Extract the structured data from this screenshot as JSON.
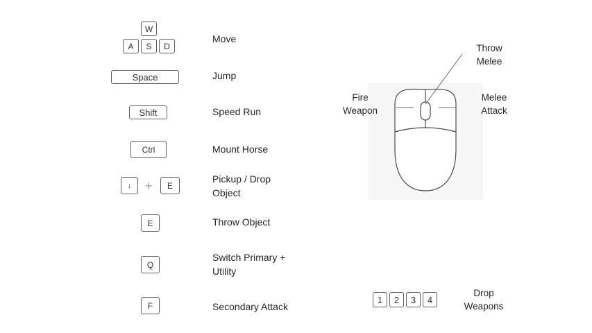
{
  "controls": {
    "move": {
      "keys": [
        "W",
        "A",
        "S",
        "D"
      ],
      "label": "Move"
    },
    "jump": {
      "key": "Space",
      "label": "Jump"
    },
    "speed_run": {
      "key": "Shift",
      "label": "Speed Run"
    },
    "mount": {
      "key": "Ctrl",
      "label": "Mount Horse"
    },
    "pickup": {
      "key_arrow": "↓",
      "key_plus": "+",
      "key_e": "E",
      "label_line1": "Pickup / Drop",
      "label_line2": "Object"
    },
    "throw": {
      "key": "E",
      "label": "Throw Object"
    },
    "switch": {
      "key": "Q",
      "label_line1": "Switch Primary +",
      "label_line2": "Utility"
    },
    "secondary": {
      "key": "F",
      "label": "Secondary Attack"
    }
  },
  "mouse": {
    "left_line1": "Fire",
    "left_line2": "Weapon",
    "middle_line1": "Throw",
    "middle_line2": "Melee",
    "right_line1": "Melee",
    "right_line2": "Attack"
  },
  "drop": {
    "keys": [
      "1",
      "2",
      "3",
      "4"
    ],
    "label_line1": "Drop",
    "label_line2": "Weapons"
  }
}
